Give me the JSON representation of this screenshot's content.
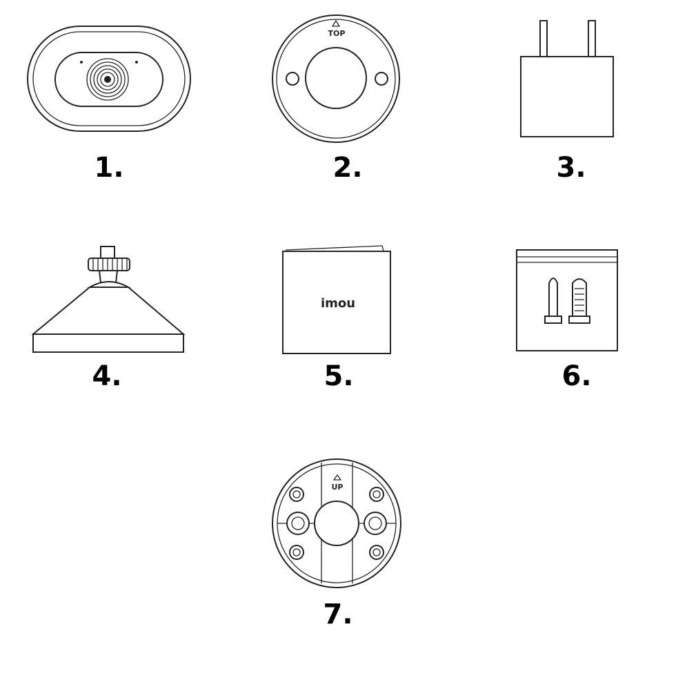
{
  "items": [
    {
      "number": "1."
    },
    {
      "number": "2.",
      "mark_text": "TOP"
    },
    {
      "number": "3."
    },
    {
      "number": "4."
    },
    {
      "number": "5.",
      "brand_text": "imou"
    },
    {
      "number": "6."
    },
    {
      "number": "7.",
      "mark_text": "UP"
    }
  ]
}
